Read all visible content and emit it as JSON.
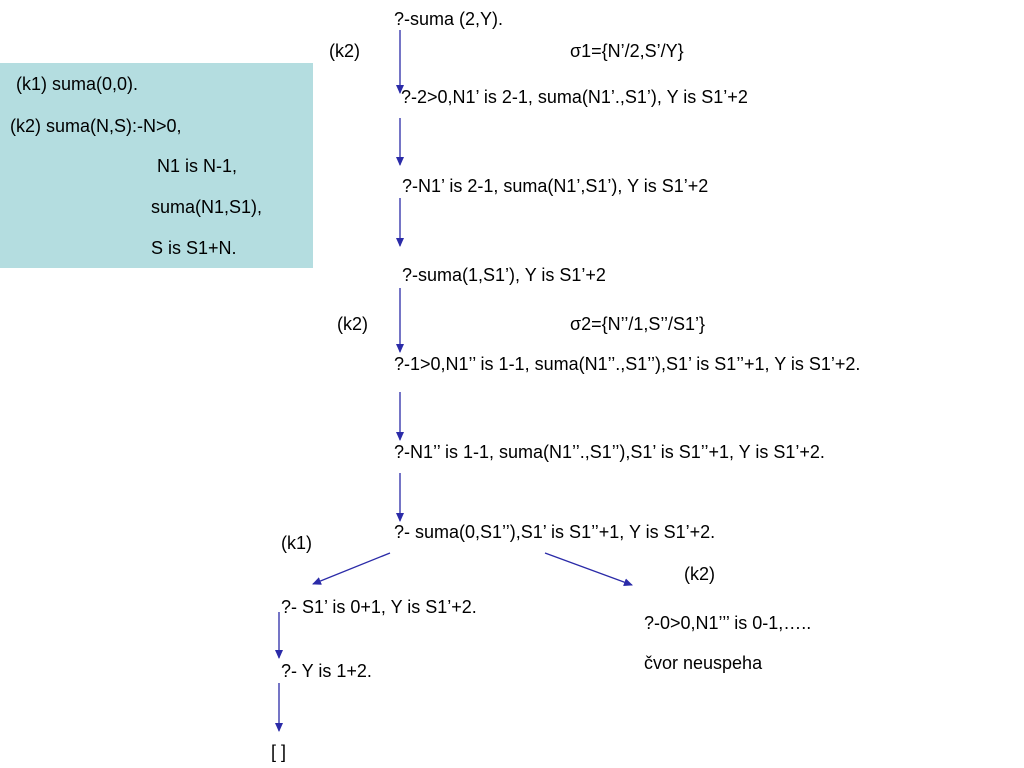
{
  "program": {
    "lines": [
      "(k1)  suma(0,0).",
      "(k2)  suma(N,S):-N>0,",
      "N1 is N-1,",
      "suma(N1,S1),",
      "S is S1+N."
    ]
  },
  "tree": {
    "nodes": [
      "?-suma (2,Y).",
      "?-2>0,N1’ is 2-1, suma(N1’.,S1’), Y is S1’+2",
      "?-N1’ is 2-1, suma(N1’,S1’), Y is S1’+2",
      "?-suma(1,S1’), Y is S1’+2",
      "?-1>0,N1’’ is 1-1, suma(N1’’.,S1’’),S1’ is S1’’+1, Y is S1’+2.",
      "?-N1’’ is 1-1, suma(N1’’.,S1’’),S1’ is S1’’+1, Y is S1’+2.",
      "?- suma(0,S1’’),S1’ is S1’’+1, Y is S1’+2.",
      "?- S1’ is 0+1, Y is S1’+2.",
      "?-  Y is 1+2.",
      "[ ]",
      "?-0>0,N1’’’ is 0-1,…..",
      "čvor neuspeha"
    ],
    "labels": [
      "(k2)",
      "(k2)",
      "(k1)",
      "(k2)"
    ],
    "substitutions": [
      "σ1={N’/2,S’/Y}",
      "σ2={N’’/1,S’’/S1’}"
    ]
  },
  "colors": {
    "arrow": "#2b2ba8",
    "box": "#b4dde0"
  }
}
